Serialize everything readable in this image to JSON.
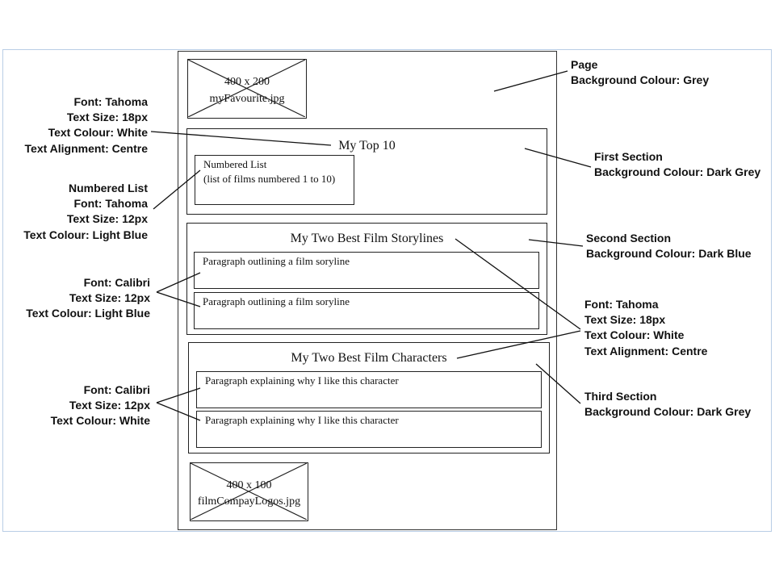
{
  "wireframe": {
    "header_image": {
      "lines": [
        "400 x 200",
        "myFavourite.jpg"
      ]
    },
    "section1": {
      "title": "My Top 10",
      "list_box": [
        "Numbered  List",
        "(list of films numbered 1 to 10)"
      ]
    },
    "section2": {
      "title": "My Two Best Film Storylines",
      "paragraphs": [
        "Paragraph outlining a film soryline",
        "Paragraph outlining a film soryline"
      ]
    },
    "section3": {
      "title": "My Two Best Film Characters",
      "paragraphs": [
        "Paragraph explaining why I like this character",
        "Paragraph explaining why I like this character"
      ]
    },
    "footer_image": {
      "lines": [
        "400 x 100",
        "filmCompayLogos.jpg"
      ]
    }
  },
  "annotations": {
    "page": [
      "Page",
      "Background Colour: Grey"
    ],
    "first_section": [
      "First Section",
      "Background Colour: Dark Grey"
    ],
    "second_section": [
      "Second Section",
      "Background Colour: Dark Blue"
    ],
    "heading_style": [
      "Font: Tahoma",
      "Text Size: 18px",
      "Text Colour: White",
      "Text Alignment: Centre"
    ],
    "third_section": [
      "Third Section",
      "Background Colour: Dark Grey"
    ],
    "title_style": [
      "Font: Tahoma",
      "Text Size: 18px",
      "Text Colour: White",
      "Text Alignment: Centre"
    ],
    "numbered_list": [
      "Numbered List",
      "Font: Tahoma",
      "Text Size: 12px",
      "Text Colour: Light Blue"
    ],
    "storyline_paragraphs": [
      "Font: Calibri",
      "Text Size: 12px",
      "Text Colour: Light Blue"
    ],
    "character_paragraphs": [
      "Font: Calibri",
      "Text Size: 12px",
      "Text Colour: White"
    ]
  }
}
